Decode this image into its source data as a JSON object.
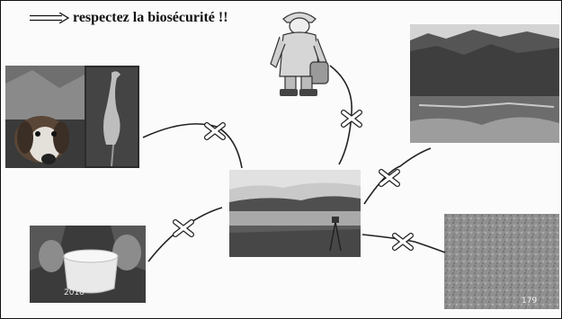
{
  "header": {
    "text": "respectez la biosécurité !!",
    "arrow_icon": "double-arrow-right-icon"
  },
  "center": {
    "name": "pond-photo"
  },
  "nodes": [
    {
      "name": "dog-and-heron-photo",
      "icon": "photo",
      "link_blocked": true
    },
    {
      "name": "fisherman-drawing",
      "icon": "illustration",
      "link_blocked": true
    },
    {
      "name": "lake-reflection-photo",
      "icon": "photo",
      "link_blocked": true
    },
    {
      "name": "gravel-ground-photo",
      "icon": "photo",
      "link_blocked": true
    },
    {
      "name": "hands-and-bowl-photo",
      "icon": "photo",
      "link_blocked": true
    }
  ],
  "photo_captions": {
    "bowl_year": "2018",
    "gravel_number": "179"
  },
  "colors": {
    "link": "#222222",
    "cross_fill": "#ffffff",
    "cross_stroke": "#222222"
  }
}
